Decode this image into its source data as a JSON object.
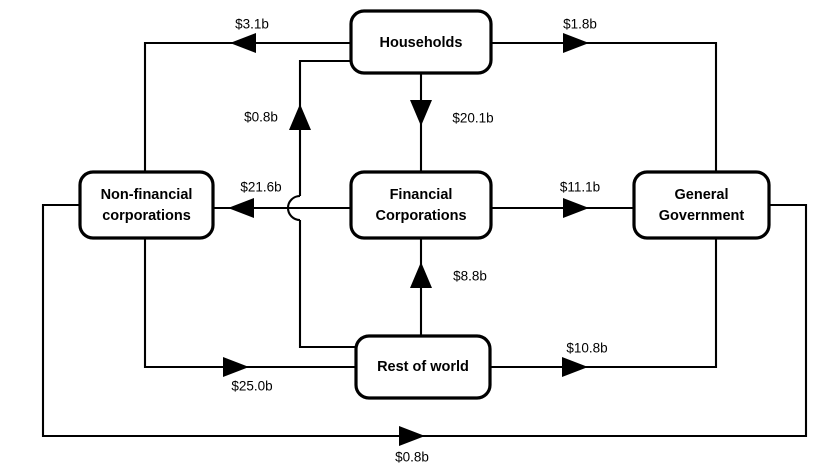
{
  "diagram": {
    "type": "flow-diagram",
    "title": "",
    "background_color": "#ffffff",
    "line_color": "#000000",
    "nodes": [
      {
        "id": "households",
        "label": "Households"
      },
      {
        "id": "nonfinancial",
        "label_line1": "Non-financial",
        "label_line2": "corporations"
      },
      {
        "id": "financial",
        "label_line1": "Financial",
        "label_line2": "Corporations"
      },
      {
        "id": "government",
        "label_line1": "General",
        "label_line2": "Government"
      },
      {
        "id": "restofworld",
        "label": "Rest of world"
      }
    ],
    "edges": [
      {
        "id": "e1",
        "from": "households",
        "to": "nonfinancial",
        "label": "$3.1b"
      },
      {
        "id": "e2",
        "from": "households",
        "to": "government",
        "label": "$1.8b"
      },
      {
        "id": "e3",
        "from": "restofworld",
        "to": "households",
        "label": "$0.8b"
      },
      {
        "id": "e4",
        "from": "households",
        "to": "financial",
        "label": "$20.1b"
      },
      {
        "id": "e5",
        "from": "financial",
        "to": "nonfinancial",
        "label": "$21.6b"
      },
      {
        "id": "e6",
        "from": "financial",
        "to": "government",
        "label": "$11.1b"
      },
      {
        "id": "e7",
        "from": "restofworld",
        "to": "financial",
        "label": "$8.8b"
      },
      {
        "id": "e8",
        "from": "nonfinancial",
        "to": "restofworld",
        "label": "$25.0b"
      },
      {
        "id": "e9",
        "from": "restofworld",
        "to": "government",
        "label": "$10.8b"
      },
      {
        "id": "e10",
        "from": "nonfinancial",
        "to": "government",
        "label": "$0.8b"
      }
    ]
  }
}
